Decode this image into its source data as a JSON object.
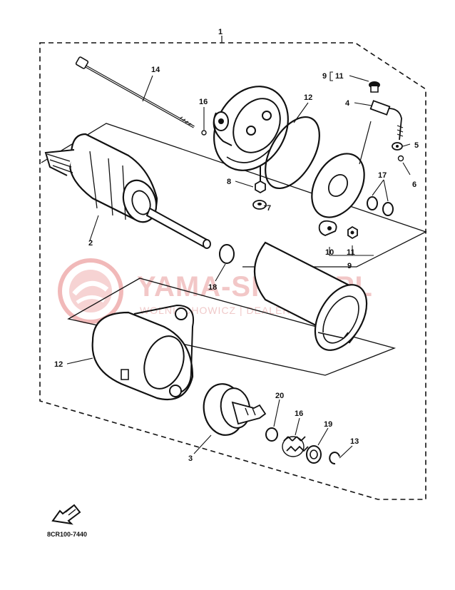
{
  "diagram": {
    "assembly_label": "1",
    "drawing_code": "8CR100-7440",
    "parts": [
      {
        "id": "p2",
        "label": "2"
      },
      {
        "id": "p3",
        "label": "3"
      },
      {
        "id": "p4",
        "label": "4"
      },
      {
        "id": "p5",
        "label": "5"
      },
      {
        "id": "p6",
        "label": "6"
      },
      {
        "id": "p7",
        "label": "7"
      },
      {
        "id": "p8",
        "label": "8"
      },
      {
        "id": "p9a",
        "label": "9"
      },
      {
        "id": "p11a",
        "label": "11"
      },
      {
        "id": "p9b",
        "label": "9"
      },
      {
        "id": "p10",
        "label": "10"
      },
      {
        "id": "p11b",
        "label": "11"
      },
      {
        "id": "p12a",
        "label": "12"
      },
      {
        "id": "p12b",
        "label": "12"
      },
      {
        "id": "p13",
        "label": "13"
      },
      {
        "id": "p14",
        "label": "14"
      },
      {
        "id": "p16a",
        "label": "16"
      },
      {
        "id": "p16b",
        "label": "16"
      },
      {
        "id": "p17",
        "label": "17"
      },
      {
        "id": "p18",
        "label": "18"
      },
      {
        "id": "p19",
        "label": "19"
      },
      {
        "id": "p20",
        "label": "20"
      }
    ]
  },
  "watermark": {
    "title": "YAMA-SKLEP.PL",
    "subtitle": "WOLNIACHOWICZ | DEALER YAMAHA"
  }
}
